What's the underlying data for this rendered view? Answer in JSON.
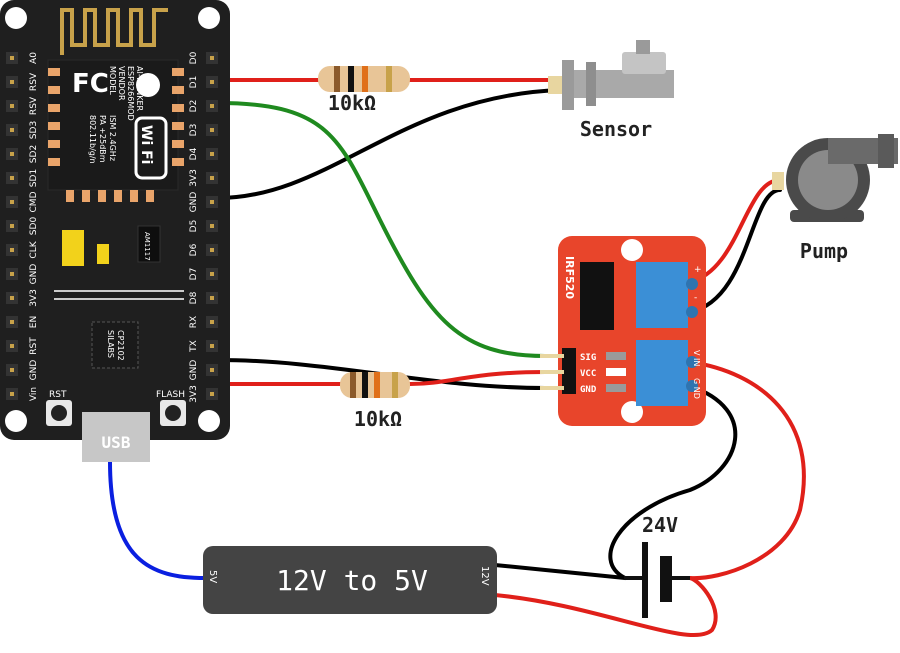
{
  "board": {
    "left_pins": [
      "A0",
      "RSV",
      "RSV",
      "SD3",
      "SD2",
      "SD1",
      "CMD",
      "SD0",
      "CLK",
      "GND",
      "3V3",
      "EN",
      "RST",
      "GND",
      "Vin"
    ],
    "right_pins": [
      "D0",
      "D1",
      "D2",
      "D3",
      "D4",
      "3V3",
      "GND",
      "D5",
      "D6",
      "D7",
      "D8",
      "RX",
      "TX",
      "GND",
      "3V3"
    ],
    "module_text": [
      "MODEL",
      "VENDOR",
      "ESP8266MOD",
      "AI-THINKER",
      "ISM 2.4GHz",
      "PA +25dBm",
      "802.11b/g/n"
    ],
    "fcc_mark": "FC",
    "wifi_mark": "Wi Fi",
    "regulator_text": "AM1117",
    "usb_chip_text": [
      "SILABS",
      "CP2102"
    ],
    "button_left": "RST",
    "button_right": "FLASH",
    "usb_label": "USB"
  },
  "components": {
    "resistor_top": "10kΩ",
    "resistor_bottom": "10kΩ",
    "sensor": "Sensor",
    "pump": "Pump",
    "mosfet_name": "IRF520",
    "mosfet_pins": [
      "SIG",
      "VCC",
      "GND"
    ],
    "mosfet_terminal_vin": "V IN",
    "mosfet_terminal_gnd": "G ND",
    "mosfet_plus": "+",
    "mosfet_minus": "-",
    "converter": "12V to 5V",
    "converter_in": "12V",
    "converter_out": "5V",
    "battery": "24V"
  },
  "colors": {
    "board": "#1f1f1f",
    "gold": "#c8a24a",
    "mosfet_board": "#e8452b",
    "terminal": "#3b8fd6",
    "converter": "#444444",
    "wire_red": "#e0201a",
    "wire_black": "#000000",
    "wire_green": "#1f8a1f",
    "wire_blue": "#0a1fe0"
  }
}
